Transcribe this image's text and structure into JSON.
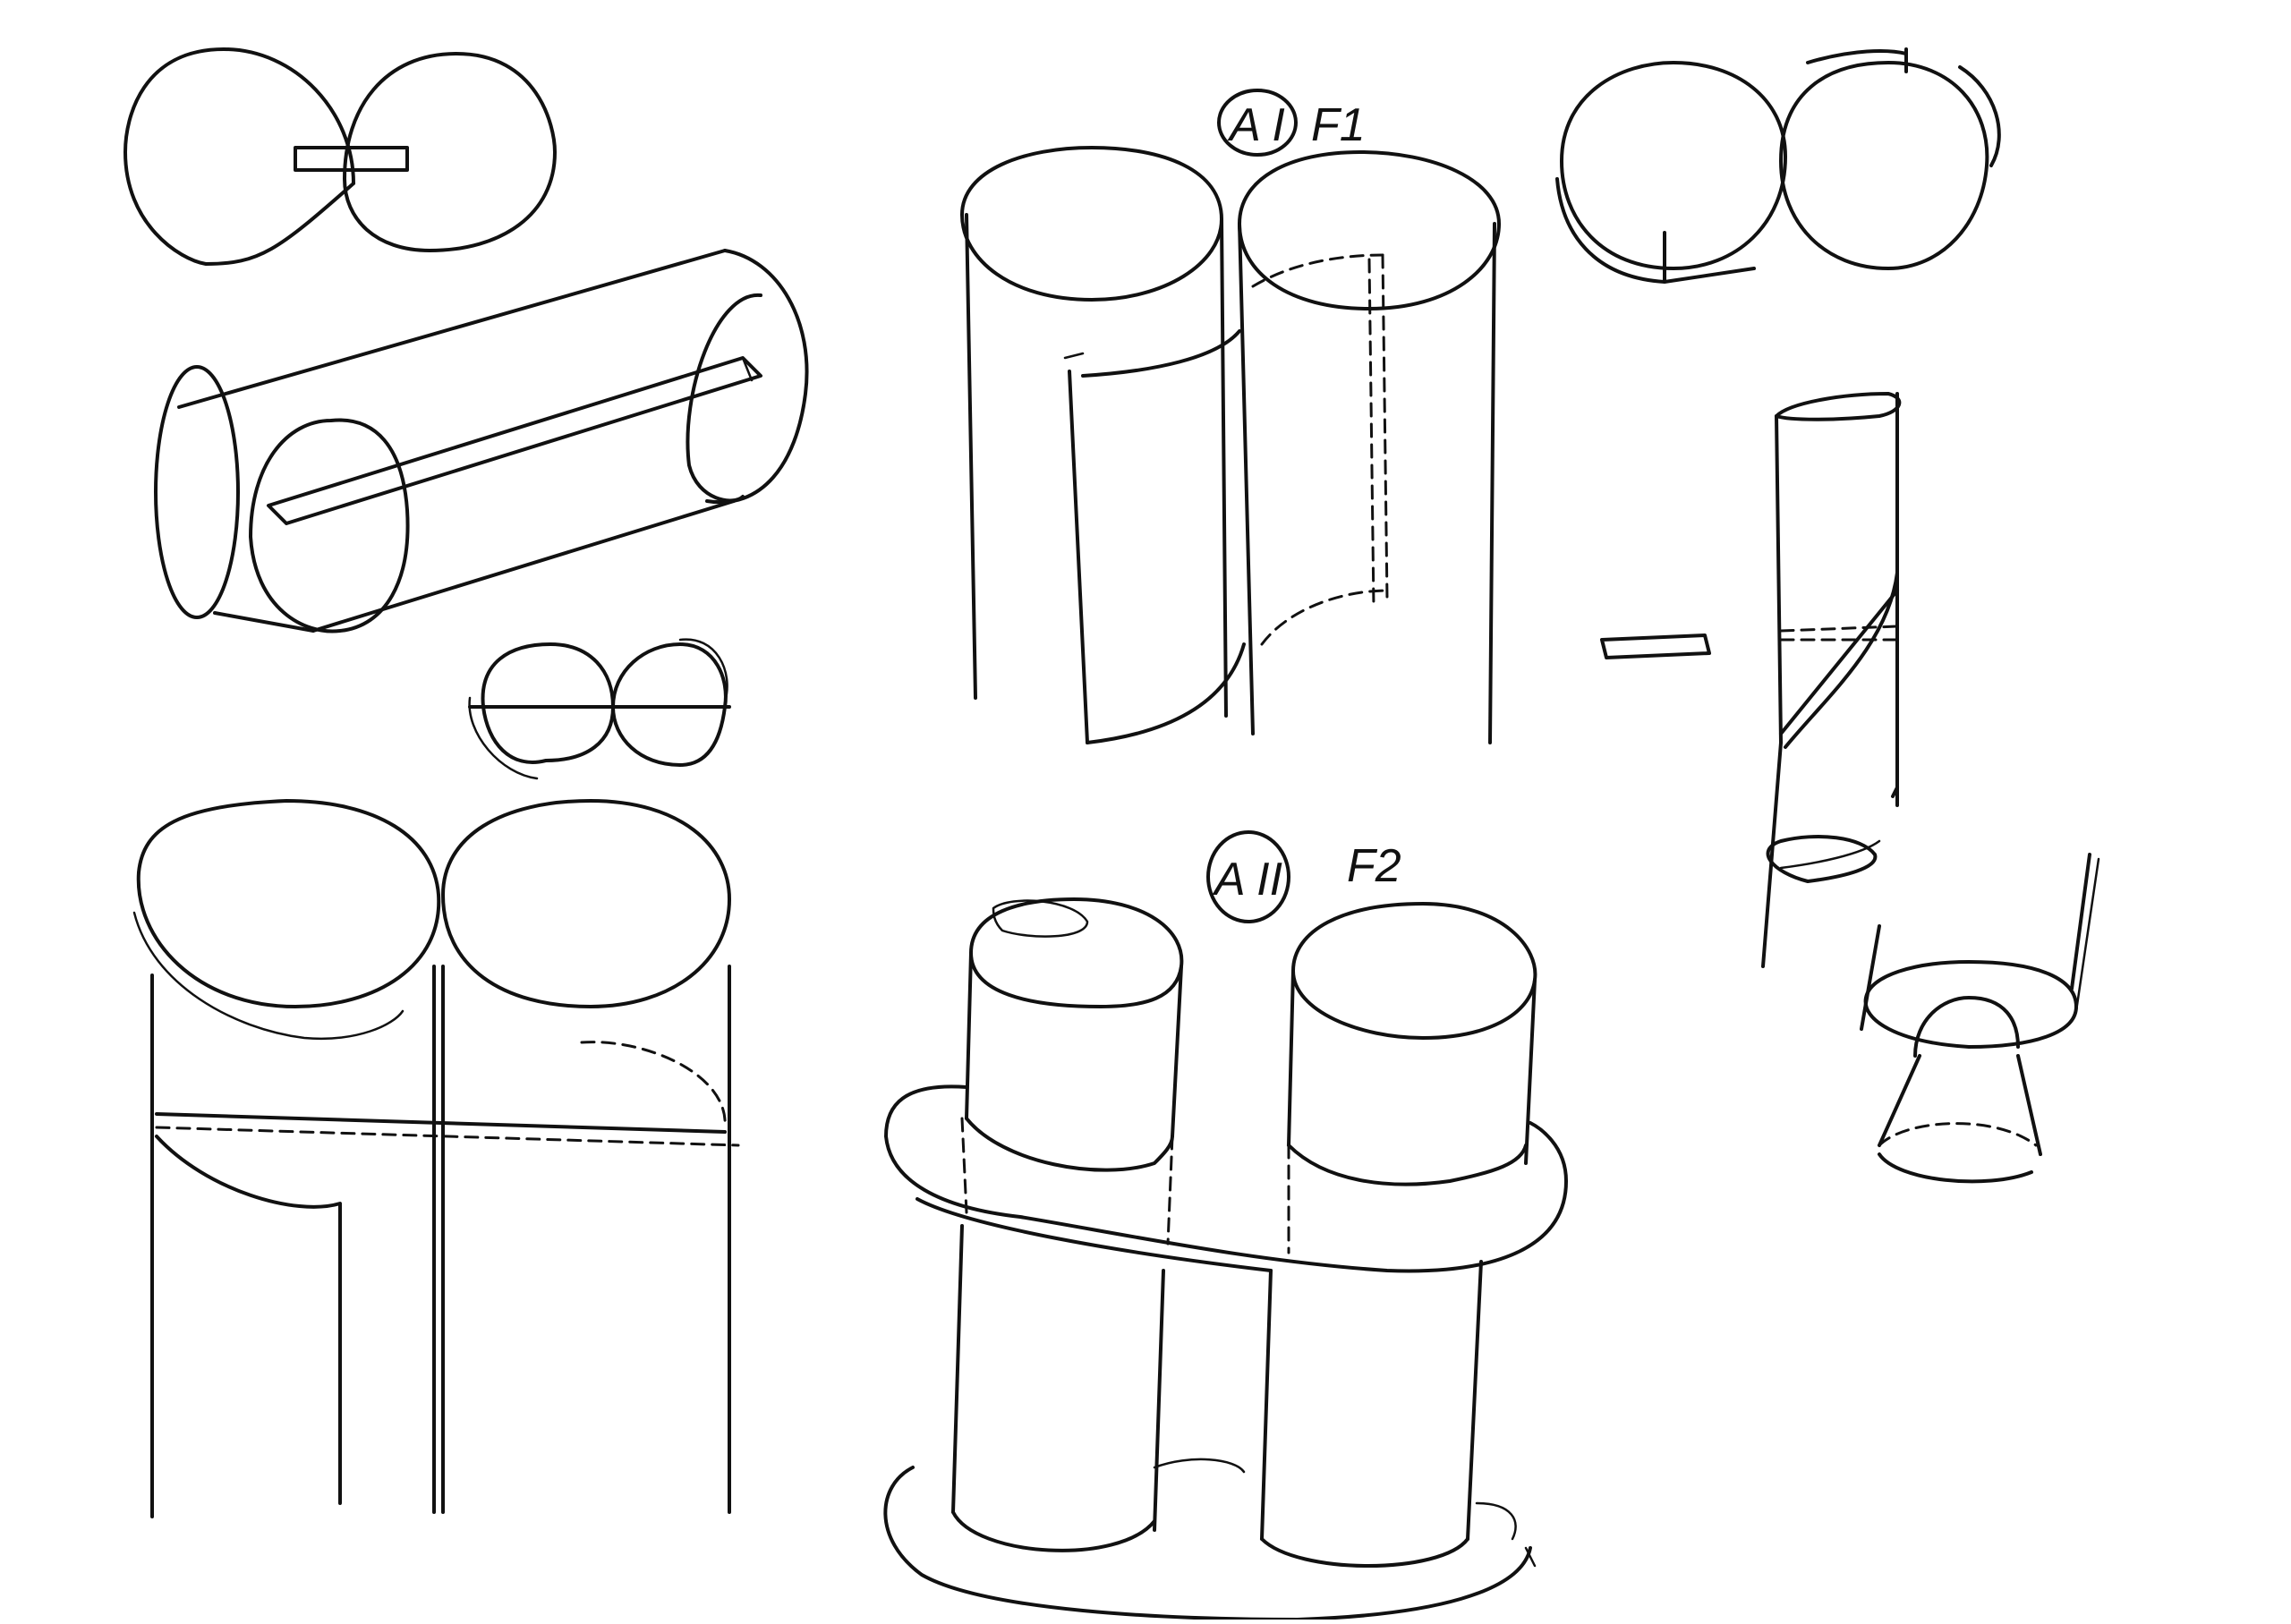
{
  "sheet": {
    "background_color": "#ffffff",
    "ink_color": "#111111"
  },
  "labels": {
    "f1_circle": "A I",
    "f1_suffix": "F1",
    "f2_circle": "A II",
    "f2_suffix": "F2"
  },
  "sketches": [
    {
      "id": "two-circles-joint",
      "icon": "twin-circles-with-connector-icon"
    },
    {
      "id": "horizontal-tube-with-slot",
      "icon": "horizontal-cylinder-icon"
    },
    {
      "id": "twin-circles-small",
      "icon": "twin-circles-icon"
    },
    {
      "id": "twin-columns-large",
      "icon": "twin-columns-icon"
    },
    {
      "id": "f1-twin-columns",
      "icon": "twin-columns-with-cutout-icon"
    },
    {
      "id": "f2-stool",
      "icon": "twin-column-stool-icon"
    },
    {
      "id": "twin-circles-outlined",
      "icon": "twin-circles-outlined-icon"
    },
    {
      "id": "pole-with-cut",
      "icon": "pole-with-diagonal-cut-icon"
    },
    {
      "id": "base-cup",
      "icon": "cup-base-icon"
    }
  ]
}
